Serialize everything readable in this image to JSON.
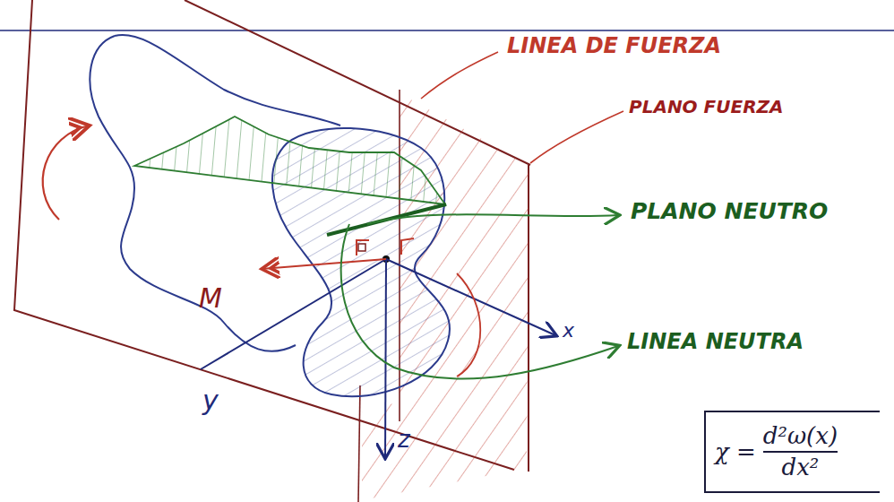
{
  "diagram": {
    "labels": [
      "LINEA DE FUERZA",
      "PLANO FUERZA",
      "PLANO NEUTRO",
      "LINEA NEUTRA",
      "M",
      "x",
      "y",
      "z",
      "χ =",
      "d²ω(x)",
      "dx²"
    ]
  }
}
